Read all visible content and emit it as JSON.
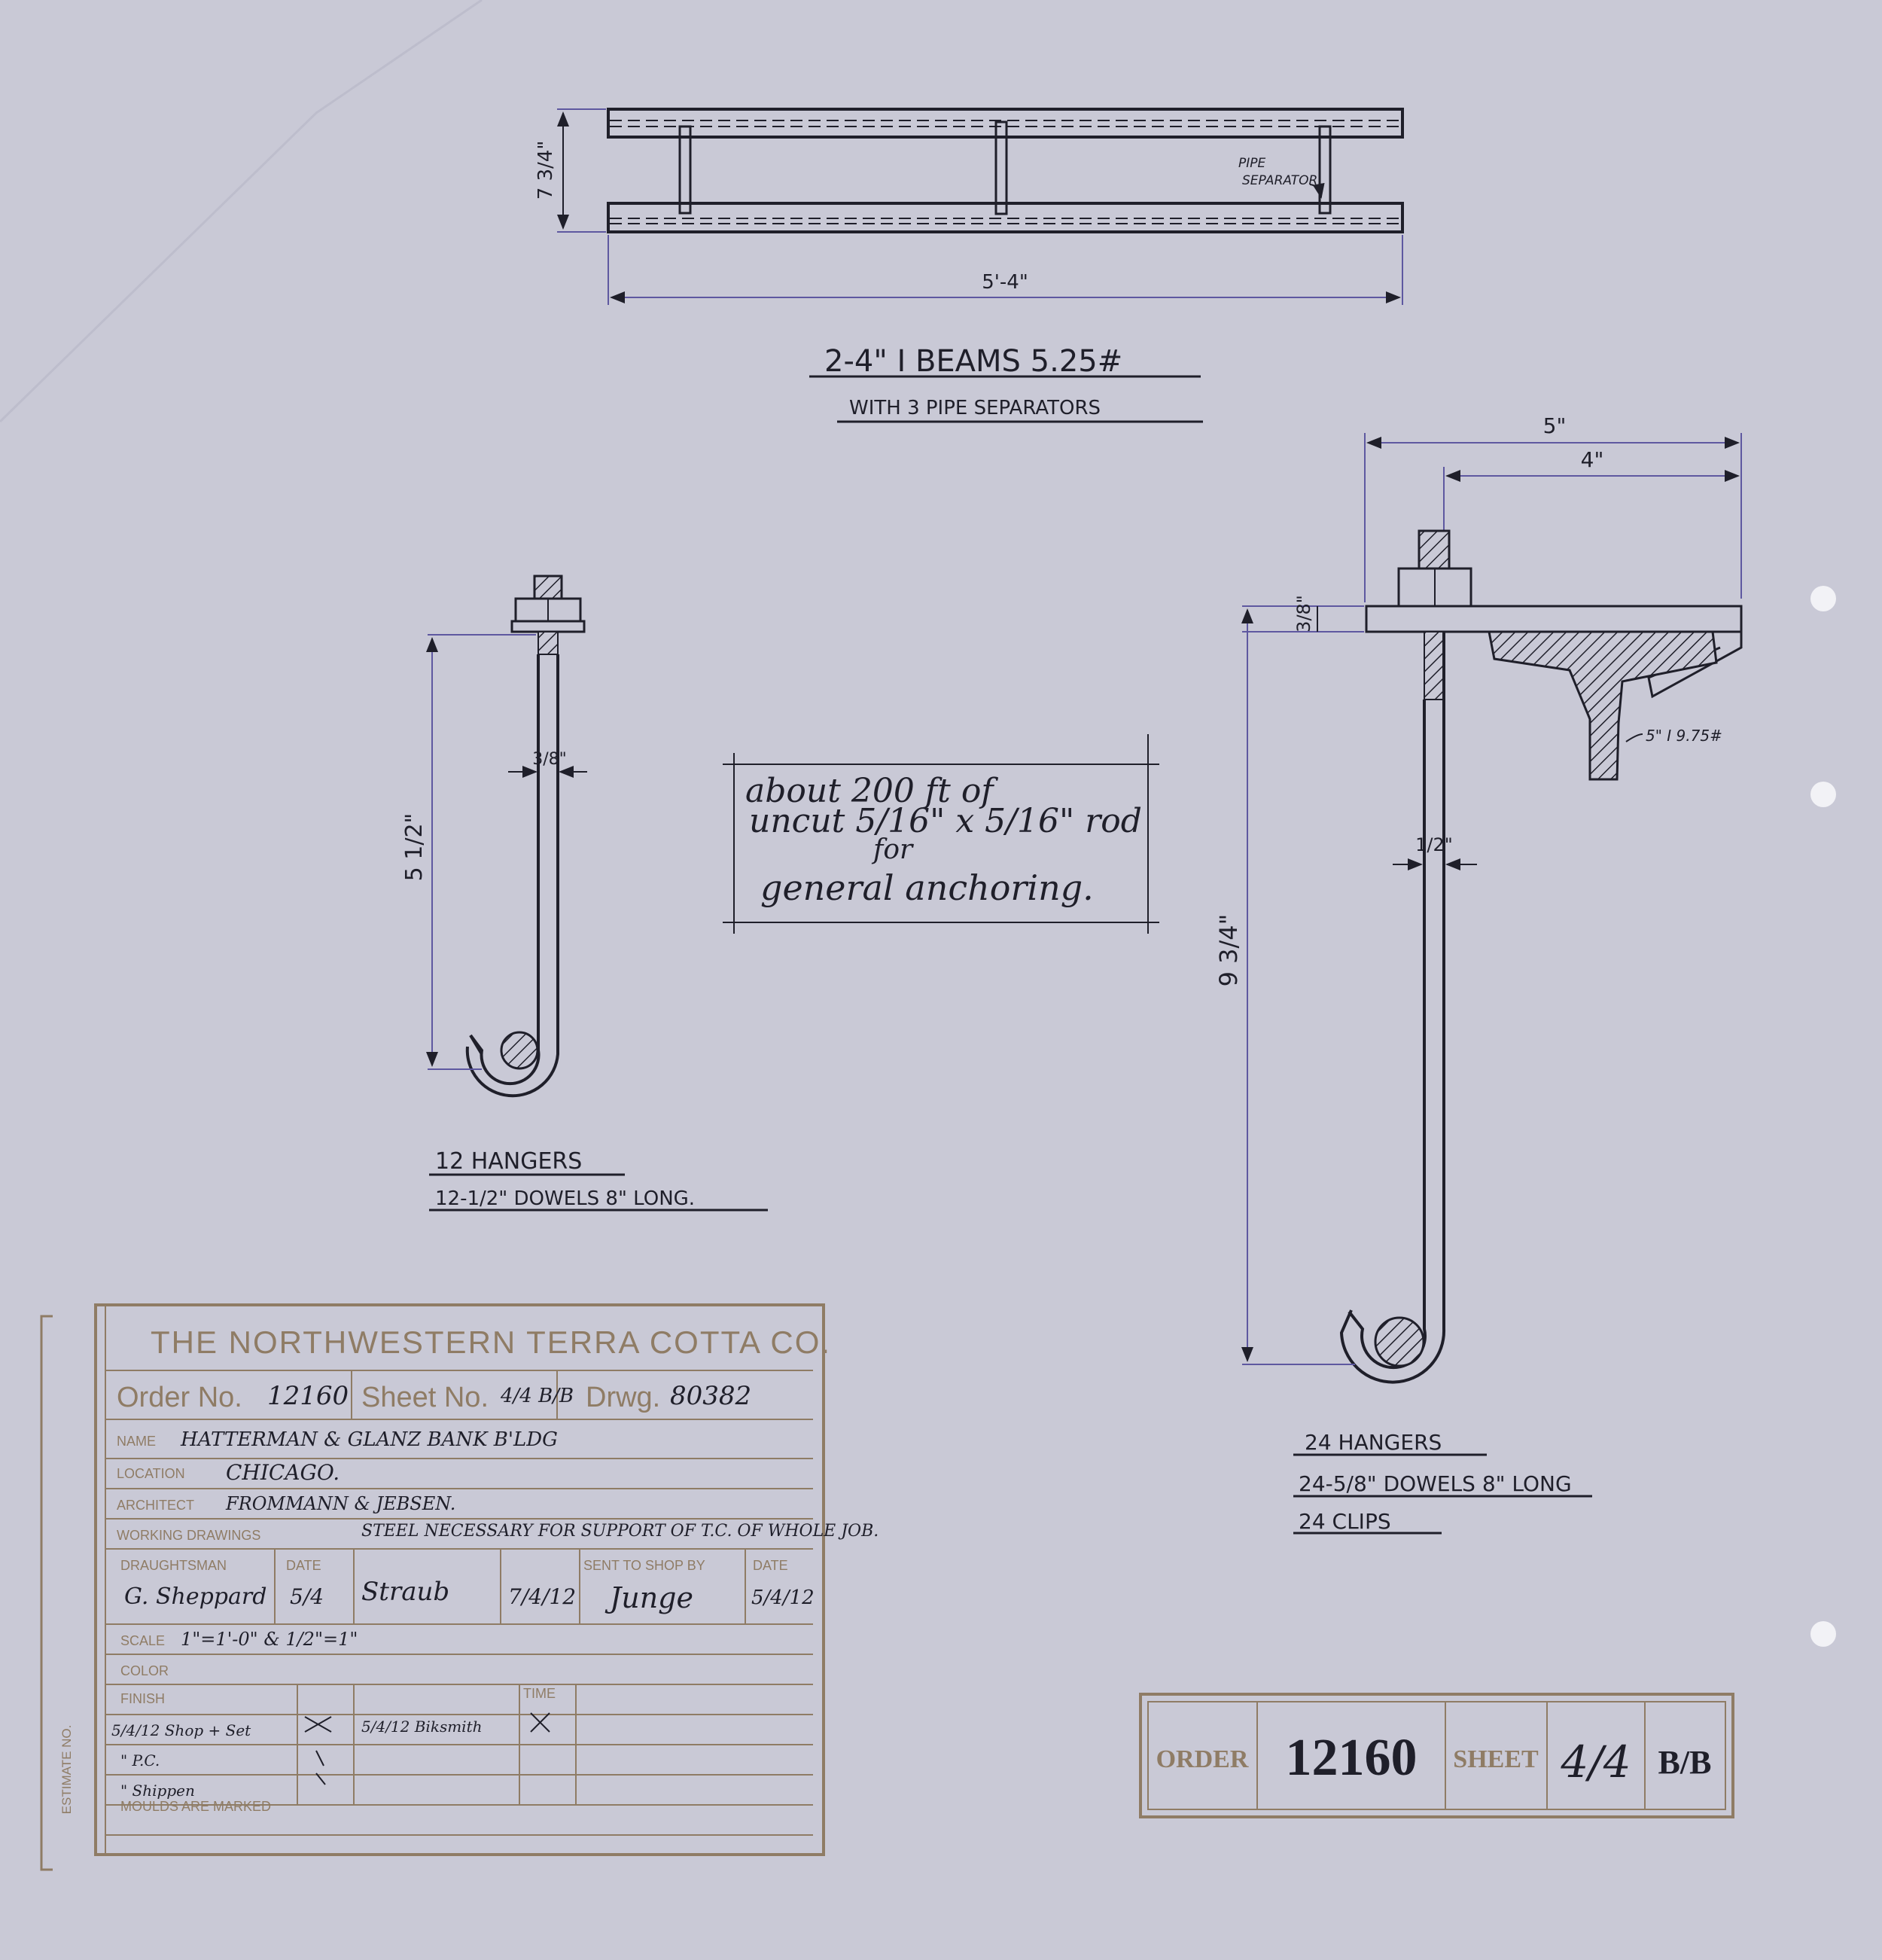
{
  "colors": {
    "paper": "#c9c9d6",
    "ink": "#1f1f2a",
    "dim_line": "#5e58a0",
    "stamp": "#8f7c65"
  },
  "beams": {
    "height_dim": "7 3/4\"",
    "pipe_label_1": "PIPE",
    "pipe_label_2": "SEPARATOR",
    "length_dim": "5'-4\"",
    "title": "2-4\" I BEAMS 5.25#",
    "subtitle": "WITH 3 PIPE SEPARATORS"
  },
  "small_hanger": {
    "length_dim": "5 1/2\"",
    "rod_dim": "3/8\"",
    "title_1": "12 HANGERS",
    "title_2": "12-1/2\" DOWELS 8\" LONG."
  },
  "note": {
    "line_1": "about 200 ft of",
    "line_2": "uncut 5/16\" x 5/16\" rod",
    "line_3": "for",
    "line_4": "general anchoring."
  },
  "large_hanger": {
    "dim_overall": "5\"",
    "dim_inner": "4\"",
    "dim_plate": "3/8\"",
    "tee_label": "5\" I 9.75#",
    "rod_dim": "1/2\"",
    "length_dim": "9 3/4\"",
    "title_1": "24 HANGERS",
    "title_2": "24-5/8\" DOWELS 8\" LONG",
    "title_3": "24 CLIPS"
  },
  "title_block": {
    "company": "THE NORTHWESTERN TERRA COTTA CO.",
    "order_label": "Order No.",
    "order_value": "12160",
    "sheet_label": "Sheet No.",
    "sheet_value": "4/4 B/B",
    "drwg_label": "Drwg.",
    "drwg_value": "80382",
    "name_label": "NAME",
    "name_value": "HATTERMAN & GLANZ BANK B'LDG",
    "location_label": "LOCATION",
    "location_value": "CHICAGO.",
    "architect_label": "ARCHITECT",
    "architect_value": "FROMMANN & JEBSEN.",
    "working_label": "WORKING DRAWINGS",
    "working_value": "STEEL NECESSARY FOR SUPPORT OF T.C. OF WHOLE JOB.",
    "draughts_label": "DRAUGHTSMAN",
    "draughts_value": "G. Sheppard",
    "date_label": "DATE",
    "date_value_1": "5/4",
    "checked_value": "Straub",
    "date_value_2": "7/4/12",
    "shop_label": "SENT TO SHOP BY",
    "shop_value": "Junge",
    "date_label_2": "DATE",
    "date_value_3": "5/4/12",
    "scale_label": "SCALE",
    "scale_value": "1\"=1'-0\" & 1/2\"=1\"",
    "color_label": "COLOR",
    "finish_label": "FINISH",
    "time_label": "TIME",
    "finish_1": "5/4/12 Shop + Set",
    "finish_2": "\" P.C.",
    "finish_3": "\" Shippen",
    "finish_4": "5/4/12 Biksmith",
    "moulds_label": "MOULDS ARE MARKED",
    "estimate_label": "ESTIMATE NO."
  },
  "order_stamp": {
    "order_label": "ORDER",
    "order_value": "12160",
    "sheet_label": "SHEET",
    "sheet_value": "4/4",
    "sheet_suffix": "B/B"
  }
}
